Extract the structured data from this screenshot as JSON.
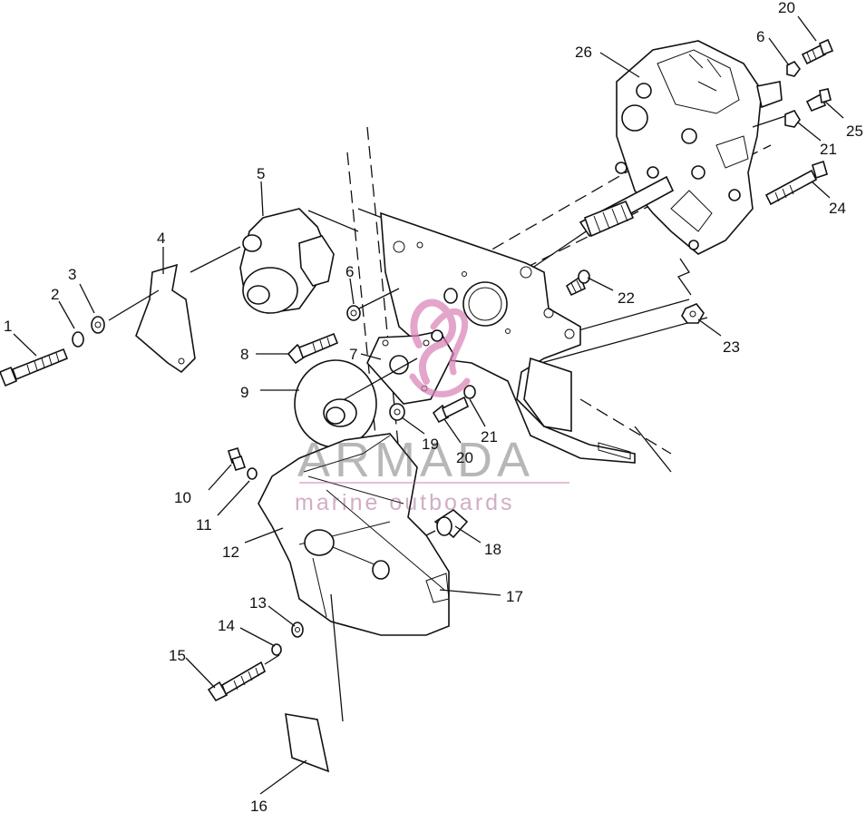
{
  "diagram": {
    "watermark": {
      "brand": "ARMADA",
      "tagline": "marine outboards"
    },
    "callouts": [
      {
        "id": "c1",
        "text": "1"
      },
      {
        "id": "c2",
        "text": "2"
      },
      {
        "id": "c3",
        "text": "3"
      },
      {
        "id": "c4",
        "text": "4"
      },
      {
        "id": "c5",
        "text": "5"
      },
      {
        "id": "c6a",
        "text": "6"
      },
      {
        "id": "c6b",
        "text": "6"
      },
      {
        "id": "c7",
        "text": "7"
      },
      {
        "id": "c8",
        "text": "8"
      },
      {
        "id": "c9",
        "text": "9"
      },
      {
        "id": "c10",
        "text": "10"
      },
      {
        "id": "c11",
        "text": "11"
      },
      {
        "id": "c12",
        "text": "12"
      },
      {
        "id": "c13",
        "text": "13"
      },
      {
        "id": "c14",
        "text": "14"
      },
      {
        "id": "c15",
        "text": "15"
      },
      {
        "id": "c16",
        "text": "16"
      },
      {
        "id": "c17",
        "text": "17"
      },
      {
        "id": "c18",
        "text": "18"
      },
      {
        "id": "c19",
        "text": "19"
      },
      {
        "id": "c20a",
        "text": "20"
      },
      {
        "id": "c20b",
        "text": "20"
      },
      {
        "id": "c21a",
        "text": "21"
      },
      {
        "id": "c21b",
        "text": "21"
      },
      {
        "id": "c22",
        "text": "22"
      },
      {
        "id": "c23",
        "text": "23"
      },
      {
        "id": "c24",
        "text": "24"
      },
      {
        "id": "c25",
        "text": "25"
      },
      {
        "id": "c26",
        "text": "26"
      }
    ]
  }
}
